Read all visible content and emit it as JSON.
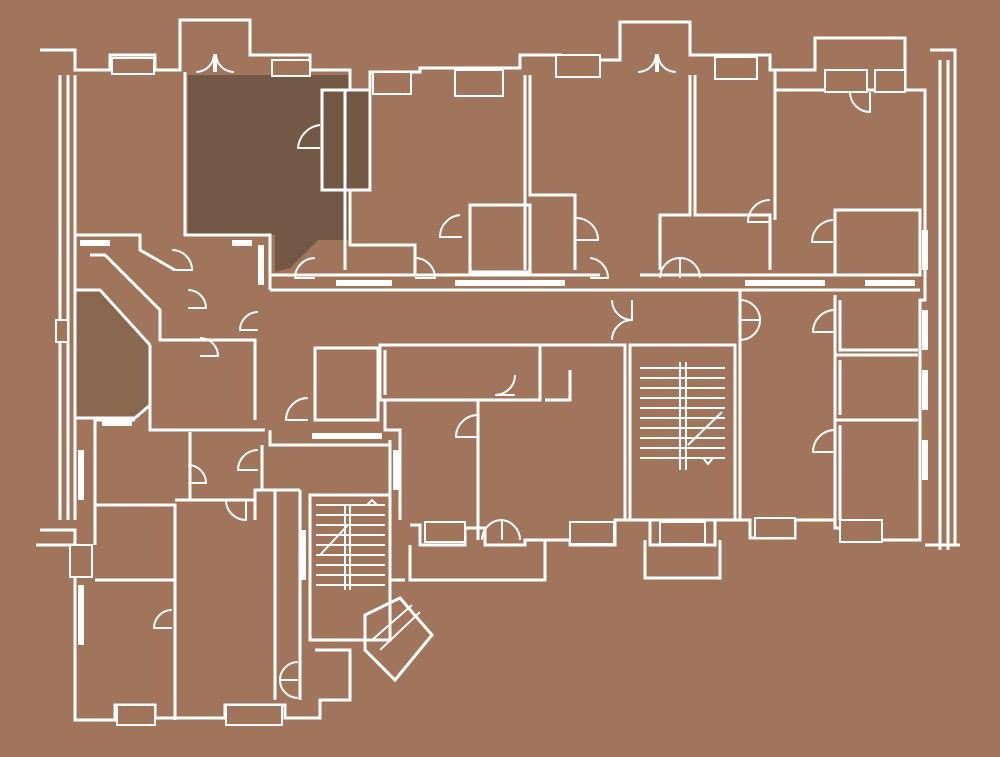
{
  "plan": {
    "background_color": "#a0755c",
    "wall_color": "#ffffff",
    "highlight_color": "#725845",
    "secondary_highlight_color": "#8a674f",
    "rooms": [
      {
        "id": "highlighted-room",
        "highlighted": true
      },
      {
        "id": "corner-room-west",
        "highlighted": "secondary"
      }
    ],
    "stairwells": 2,
    "elevators": 1
  }
}
